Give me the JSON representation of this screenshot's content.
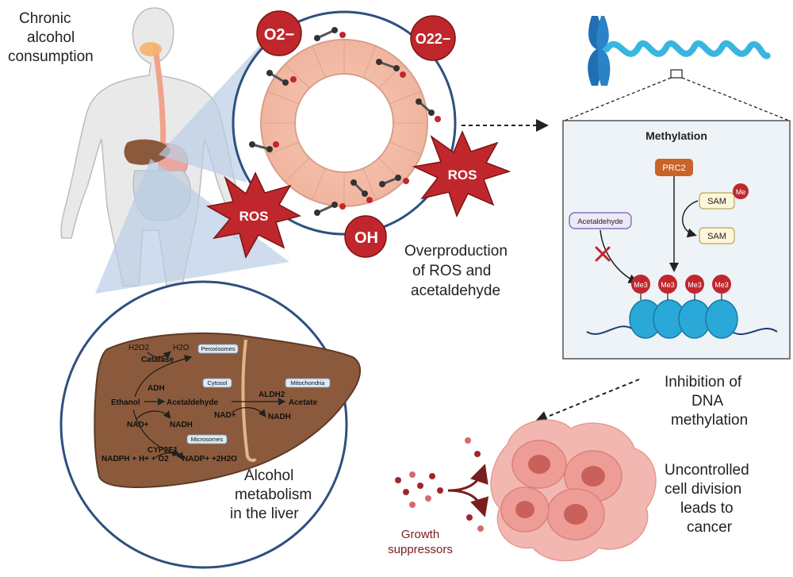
{
  "body_section": {
    "caption_line1": "Chronic",
    "caption_line2": "alcohol",
    "caption_line3": "consumption"
  },
  "tissue_section": {
    "superoxide_label": "O2−",
    "peroxide_label": "O22−",
    "hydroxyl_label": "OH",
    "ros_left": "ROS",
    "ros_right": "ROS",
    "caption_line1": "Overproduction",
    "caption_line2": "of ROS and",
    "caption_line3": "acetaldehyde"
  },
  "liver_section": {
    "h2o2": "H2O2",
    "h2o": "H2O",
    "catalase": "Catalase",
    "peroxisomes": "Peroxisomes",
    "cytosol": "Cytosol",
    "mitochondria": "Mitochondria",
    "microsomes": "Microsomes",
    "ethanol": "Ethanol",
    "adh": "ADH",
    "acetaldehyde": "Acetaldehyde",
    "nad_plus_left": "NAD+",
    "nadh_left": "NADH",
    "aldh2": "ALDH2",
    "acetate": "Acetate",
    "nad_plus_right": "NAD+",
    "nadh_right": "NADH",
    "cyp2e1": "CYP2E1",
    "nadph": "NADPH + H+ + O2",
    "nadp": "NADP+ +2H2O",
    "caption_line1": "Alcohol",
    "caption_line2": "metabolism",
    "caption_line3": "in the liver"
  },
  "methylation_section": {
    "title": "Methylation",
    "prc2": "PRC2",
    "sam_top": "SAM",
    "me": "Me",
    "sam_bottom": "SAM",
    "acetaldehyde": "Acetaldehyde",
    "me3_labels": [
      "Me3",
      "Me3",
      "Me3",
      "Me3"
    ],
    "caption_line1": "Inhibition of",
    "caption_line2": "DNA",
    "caption_line3": "methylation"
  },
  "cancer_section": {
    "suppressor_line1": "Growth",
    "suppressor_line2": "suppressors",
    "caption_line1": "Uncontrolled",
    "caption_line2": "cell division",
    "caption_line3": "leads to",
    "caption_line4": "cancer"
  },
  "colors": {
    "ros_red": "#c0272d",
    "liver_brown": "#8b5a3c",
    "chromosome_blue": "#1f6fb2",
    "histone_blue": "#2aa8d8",
    "cancer_pink": "#e98a8a",
    "prc2_orange": "#c8642a"
  }
}
